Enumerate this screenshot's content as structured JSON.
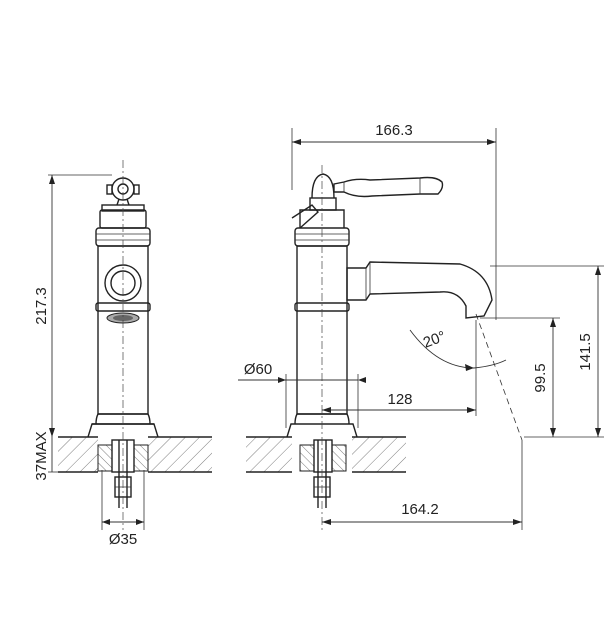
{
  "dimensions": {
    "overall_height": "217.3",
    "mounting_max": "37MAX",
    "hole_diameter": "Ø35",
    "overall_reach": "166.3",
    "base_diameter": "Ø60",
    "spout_reach": "128",
    "angle": "20°",
    "outlet_height": "99.5",
    "spout_height": "141.5",
    "base_to_outlet": "164.2"
  }
}
